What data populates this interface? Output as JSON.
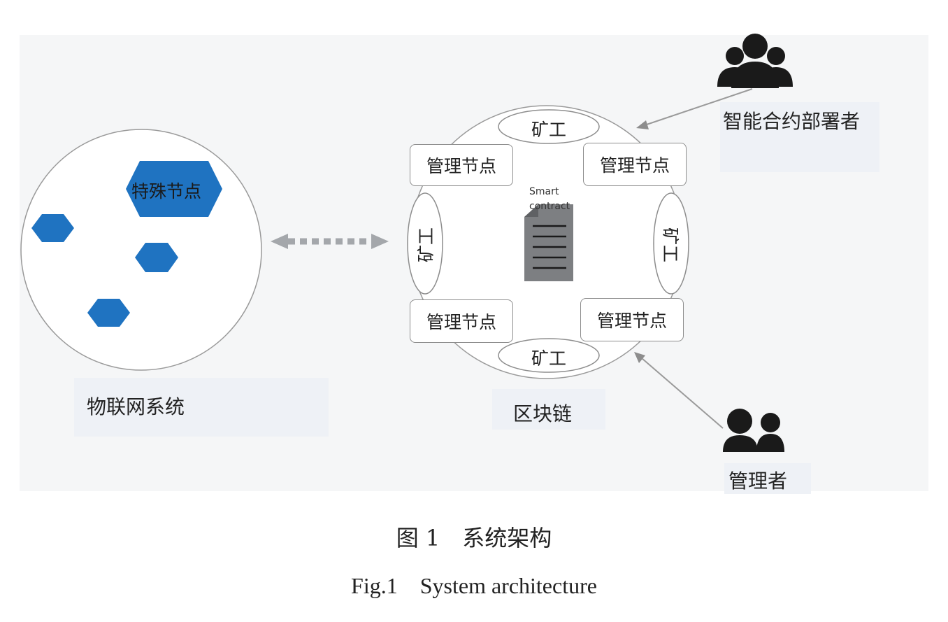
{
  "iot": {
    "special_node": "特殊节点",
    "label": "物联网系统"
  },
  "blockchain": {
    "label": "区块链",
    "miner": "矿工",
    "management_node": "管理节点",
    "contract_text_line1": "Smart",
    "contract_text_line2": "contract"
  },
  "actors": {
    "deployer": "智能合约部署者",
    "manager": "管理者"
  },
  "caption": {
    "zh": "图 1　系统架构",
    "en": "Fig.1　System architecture"
  },
  "colors": {
    "hexagon": "#1f73c1",
    "connector": "#a4a7ab",
    "document": "#7d7f82",
    "actor": "#1a1a1a"
  }
}
